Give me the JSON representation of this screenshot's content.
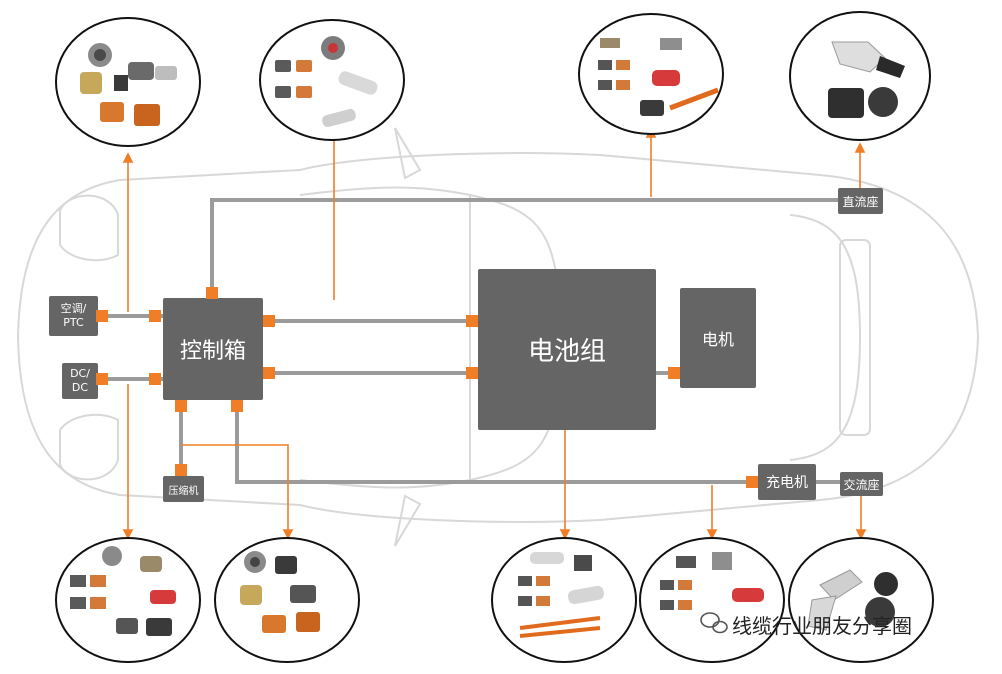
{
  "labels": {
    "ac_ptc": "空调/\nPTC",
    "dc_dc": "DC/\nDC",
    "control_box": "控制箱",
    "compressor": "压缩机",
    "battery": "电池组",
    "motor": "电机",
    "dc_socket": "直流座",
    "charger": "充电机",
    "ac_socket": "交流座"
  },
  "watermark": "线缆行业朋友分享圈",
  "colors": {
    "block": "#656565",
    "accent": "#f07e26",
    "car_outline": "#d6d6d6"
  }
}
